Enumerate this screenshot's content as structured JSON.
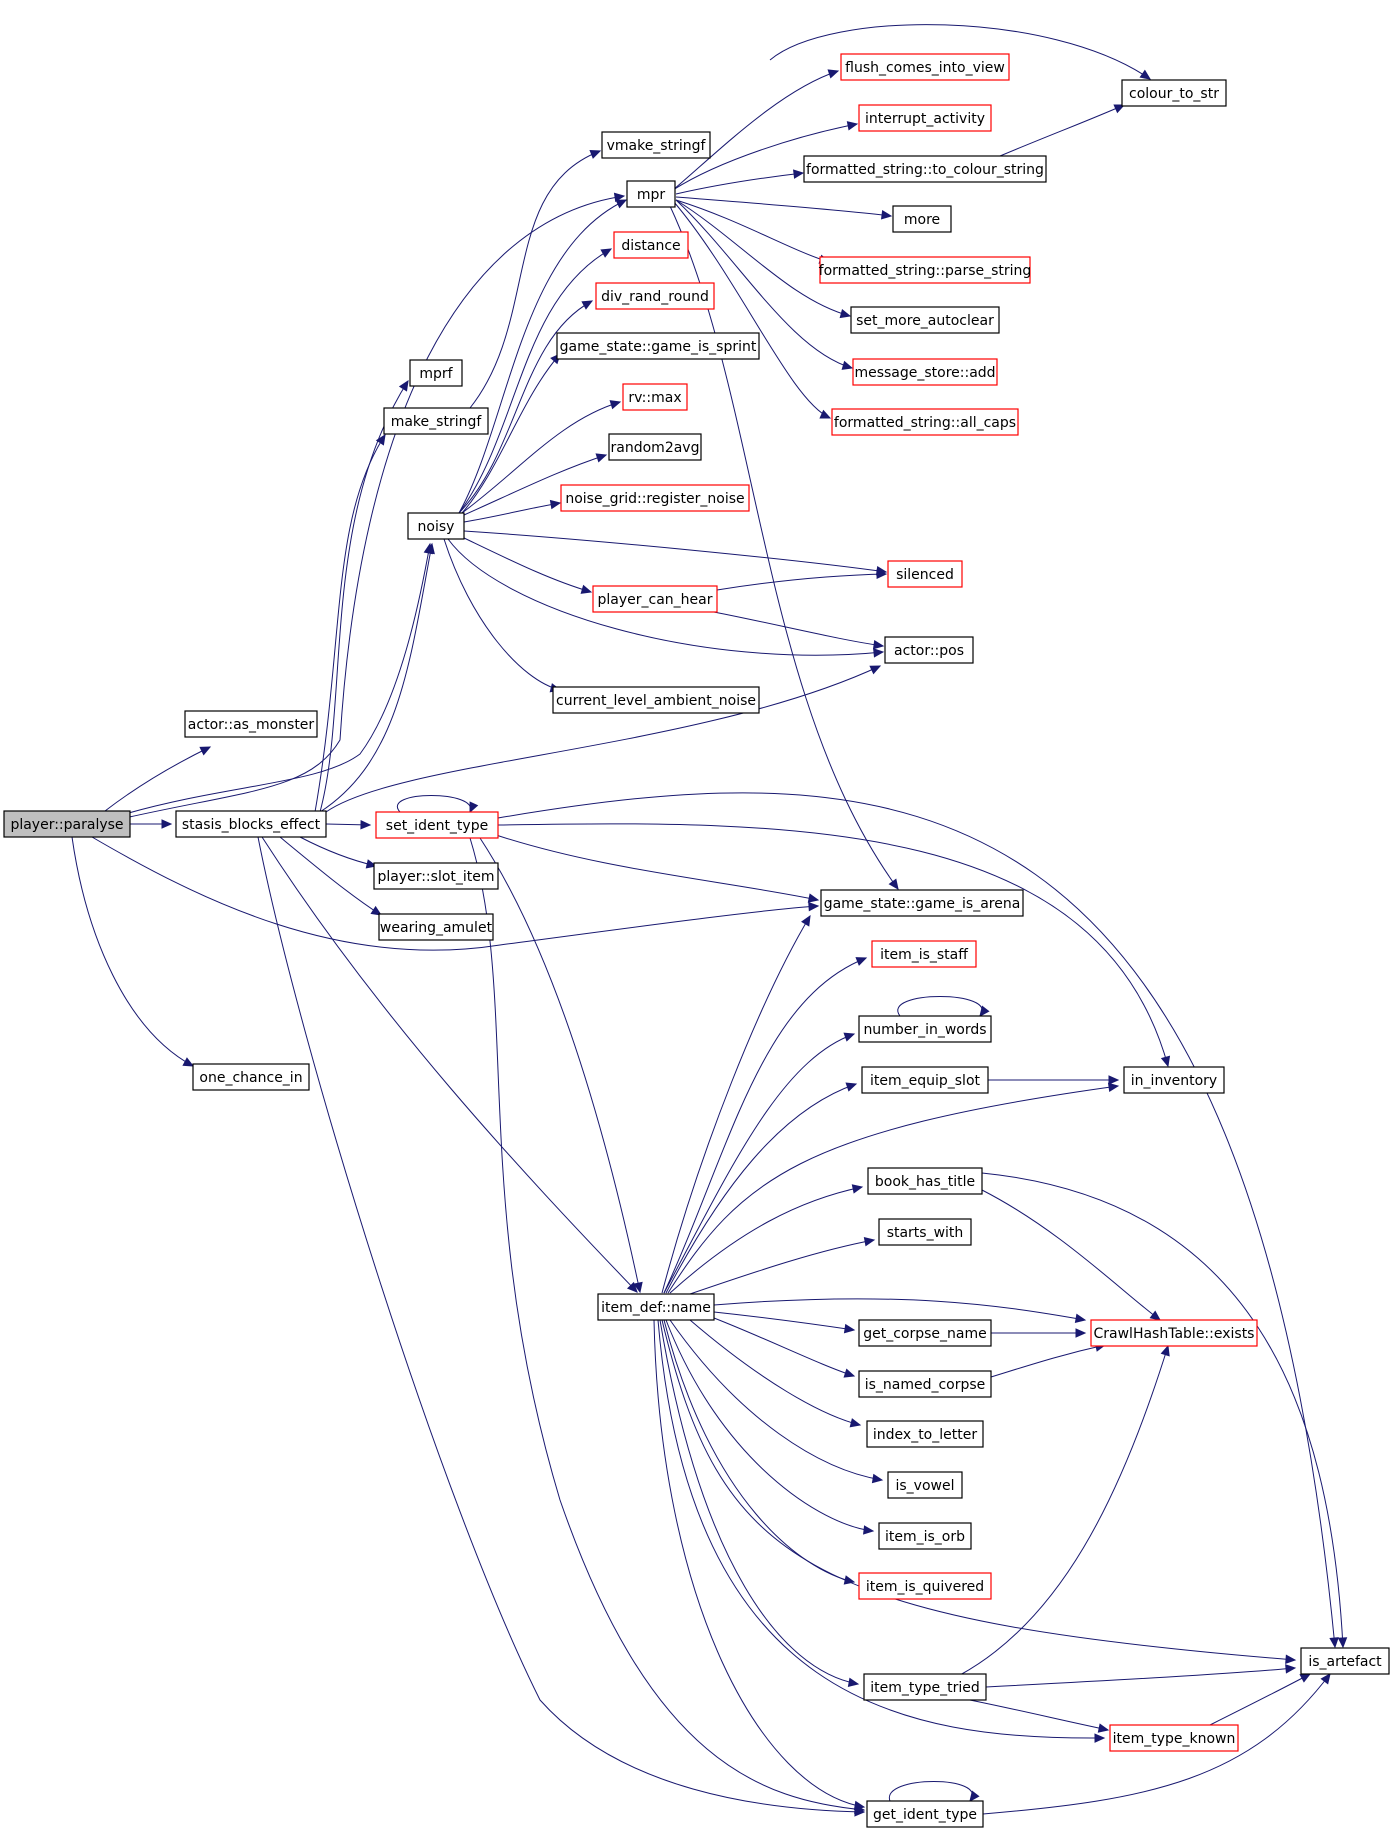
{
  "diagram": {
    "colors": {
      "edge": "#191970",
      "border_normal": "#000000",
      "border_truncated": "#ff0000",
      "root_fill": "#bfbfbf"
    },
    "nodes": [
      {
        "id": "player_paralyse",
        "label": "player::paralyse",
        "style": "root"
      },
      {
        "id": "actor_as_monster",
        "label": "actor::as_monster",
        "style": "normal"
      },
      {
        "id": "stasis_blocks_effect",
        "label": "stasis_blocks_effect",
        "style": "normal"
      },
      {
        "id": "one_chance_in",
        "label": "one_chance_in",
        "style": "normal"
      },
      {
        "id": "mprf",
        "label": "mprf",
        "style": "normal"
      },
      {
        "id": "make_stringf",
        "label": "make_stringf",
        "style": "normal"
      },
      {
        "id": "noisy",
        "label": "noisy",
        "style": "normal"
      },
      {
        "id": "vmake_stringf",
        "label": "vmake_stringf",
        "style": "normal"
      },
      {
        "id": "mpr",
        "label": "mpr",
        "style": "normal"
      },
      {
        "id": "distance",
        "label": "distance",
        "style": "truncated"
      },
      {
        "id": "div_rand_round",
        "label": "div_rand_round",
        "style": "truncated"
      },
      {
        "id": "game_is_sprint",
        "label": "game_state::game_is_sprint",
        "style": "normal"
      },
      {
        "id": "rv_max",
        "label": "rv::max",
        "style": "truncated"
      },
      {
        "id": "random2avg",
        "label": "random2avg",
        "style": "normal"
      },
      {
        "id": "register_noise",
        "label": "noise_grid::register_noise",
        "style": "truncated"
      },
      {
        "id": "player_can_hear",
        "label": "player_can_hear",
        "style": "truncated"
      },
      {
        "id": "ambient_noise",
        "label": "current_level_ambient_noise",
        "style": "normal"
      },
      {
        "id": "flush_comes",
        "label": "flush_comes_into_view",
        "style": "truncated"
      },
      {
        "id": "interrupt_activity",
        "label": "interrupt_activity",
        "style": "truncated"
      },
      {
        "id": "to_colour_string",
        "label": "formatted_string::to_colour_string",
        "style": "normal"
      },
      {
        "id": "more",
        "label": "more",
        "style": "normal"
      },
      {
        "id": "parse_string",
        "label": "formatted_string::parse_string",
        "style": "truncated"
      },
      {
        "id": "set_more_autoclear",
        "label": "set_more_autoclear",
        "style": "normal"
      },
      {
        "id": "message_store_add",
        "label": "message_store::add",
        "style": "truncated"
      },
      {
        "id": "all_caps",
        "label": "formatted_string::all_caps",
        "style": "truncated"
      },
      {
        "id": "colour_to_str",
        "label": "colour_to_str",
        "style": "normal"
      },
      {
        "id": "silenced",
        "label": "silenced",
        "style": "truncated"
      },
      {
        "id": "actor_pos",
        "label": "actor::pos",
        "style": "normal"
      },
      {
        "id": "set_ident_type",
        "label": "set_ident_type",
        "style": "truncated"
      },
      {
        "id": "slot_item",
        "label": "player::slot_item",
        "style": "normal"
      },
      {
        "id": "wearing_amulet",
        "label": "wearing_amulet",
        "style": "normal"
      },
      {
        "id": "game_is_arena",
        "label": "game_state::game_is_arena",
        "style": "normal"
      },
      {
        "id": "item_is_staff",
        "label": "item_is_staff",
        "style": "truncated"
      },
      {
        "id": "number_in_words",
        "label": "number_in_words",
        "style": "normal"
      },
      {
        "id": "item_equip_slot",
        "label": "item_equip_slot",
        "style": "normal"
      },
      {
        "id": "in_inventory",
        "label": "in_inventory",
        "style": "normal"
      },
      {
        "id": "book_has_title",
        "label": "book_has_title",
        "style": "normal"
      },
      {
        "id": "starts_with",
        "label": "starts_with",
        "style": "normal"
      },
      {
        "id": "item_def_name",
        "label": "item_def::name",
        "style": "normal"
      },
      {
        "id": "get_corpse_name",
        "label": "get_corpse_name",
        "style": "normal"
      },
      {
        "id": "hash_exists",
        "label": "CrawlHashTable::exists",
        "style": "truncated"
      },
      {
        "id": "is_named_corpse",
        "label": "is_named_corpse",
        "style": "normal"
      },
      {
        "id": "index_to_letter",
        "label": "index_to_letter",
        "style": "normal"
      },
      {
        "id": "is_vowel",
        "label": "is_vowel",
        "style": "normal"
      },
      {
        "id": "item_is_orb",
        "label": "item_is_orb",
        "style": "normal"
      },
      {
        "id": "item_is_quivered",
        "label": "item_is_quivered",
        "style": "truncated"
      },
      {
        "id": "is_artefact",
        "label": "is_artefact",
        "style": "normal"
      },
      {
        "id": "item_type_tried",
        "label": "item_type_tried",
        "style": "normal"
      },
      {
        "id": "item_type_known",
        "label": "item_type_known",
        "style": "truncated"
      },
      {
        "id": "get_ident_type",
        "label": "get_ident_type",
        "style": "normal"
      }
    ]
  }
}
